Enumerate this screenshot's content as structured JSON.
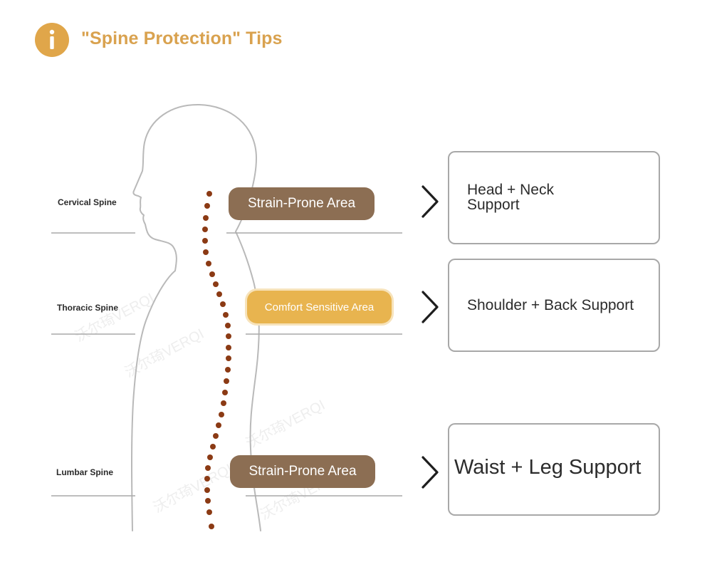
{
  "header": {
    "icon": "info-icon",
    "title": "\"Spine Protection\" Tips",
    "accent_color": "#e0a64a"
  },
  "spine_labels": {
    "cervical": "Cervical Spine",
    "thoracic": "Thoracic Spine",
    "lumbar": "Lumbar Spine"
  },
  "zones": [
    {
      "label": "Strain-Prone Area",
      "color": "#8c6e53"
    },
    {
      "label": "Comfort Sensitive Area",
      "color": "#e8b44f"
    },
    {
      "label": "Strain-Prone Area",
      "color": "#8c6e53"
    }
  ],
  "supports": [
    {
      "line1": "Head + Neck",
      "line2": "Support"
    },
    {
      "label": "Shoulder + Back Support"
    },
    {
      "label": "Waist + Leg Support"
    }
  ],
  "watermark": "沃尔琦VERQI",
  "spine_color": "#8b3a14",
  "arrow_icon": "chevron-right-icon"
}
